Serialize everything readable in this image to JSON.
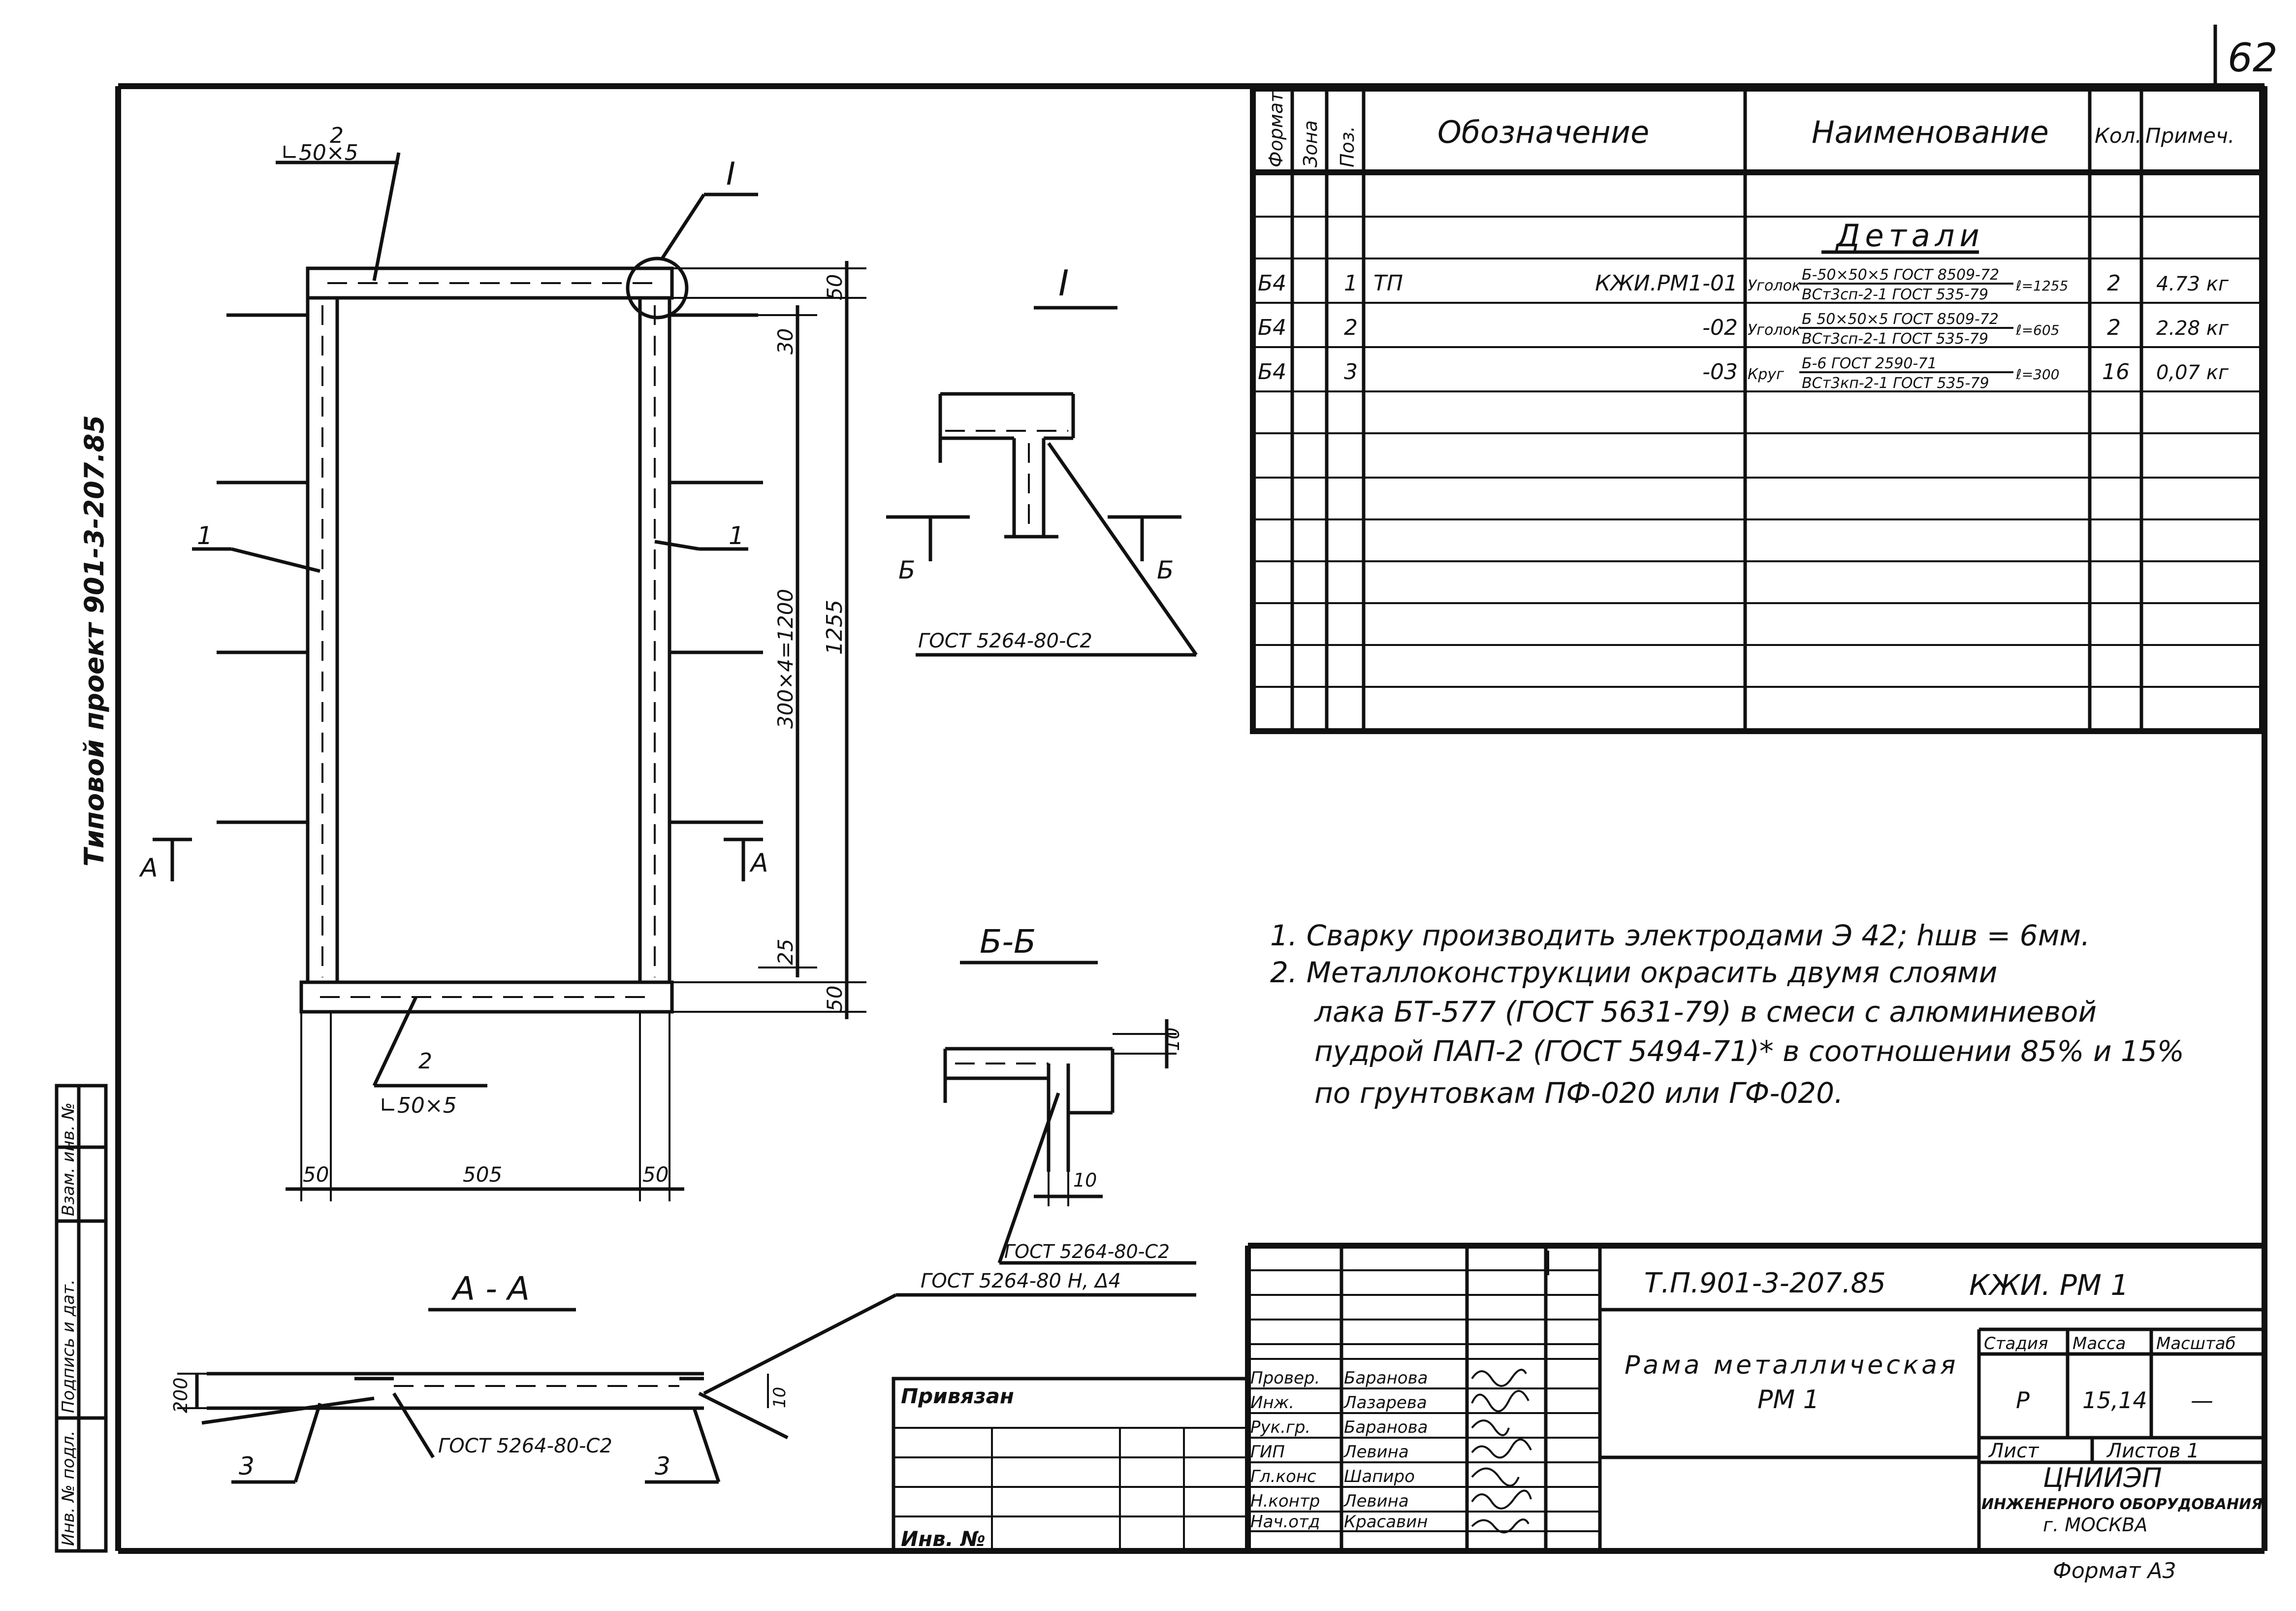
{
  "page_number": "62",
  "side_project": "Типовой проект 901-3-207.85",
  "spec_table": {
    "headers": {
      "format": "Формат",
      "zone": "Зона",
      "pos": "Поз.",
      "designation": "Обозначение",
      "name": "Наименование",
      "qty": "Кол.",
      "note": "Примеч."
    },
    "section_title": "Детали",
    "rows": [
      {
        "format": "Б4",
        "pos": "1",
        "designation_a": "ТП",
        "designation_b": "КЖИ.РМ1-01",
        "name_lead": "Уголок",
        "name_top": "Б-50×50×5 ГОСТ 8509-72",
        "name_bottom": "ВСт3сп-2-1 ГОСТ 535-79",
        "length": "ℓ=1255",
        "qty": "2",
        "note": "4.73 кг"
      },
      {
        "format": "Б4",
        "pos": "2",
        "designation_a": "",
        "designation_b": "-02",
        "name_lead": "Уголок",
        "name_top": "Б 50×50×5 ГОСТ 8509-72",
        "name_bottom": "ВСт3сп-2-1 ГОСТ 535-79",
        "length": "ℓ=605",
        "qty": "2",
        "note": "2.28 кг"
      },
      {
        "format": "Б4",
        "pos": "3",
        "designation_a": "",
        "designation_b": "-03",
        "name_lead": "Круг",
        "name_top": "Б-6 ГОСТ 2590-71",
        "name_bottom": "ВСт3кп-2-1 ГОСТ 535-79",
        "length": "ℓ=300",
        "qty": "16",
        "note": "0,07 кг"
      }
    ]
  },
  "frame_view": {
    "callout_top": {
      "num": "2",
      "profile": "∟50×5"
    },
    "callout_bottom": {
      "num": "2",
      "profile": "∟50×5"
    },
    "node_label": "I",
    "part_left": "1",
    "part_right": "1",
    "section_left": "А",
    "section_right": "А",
    "dims": {
      "top_flange": "50",
      "top_gap": "30",
      "pitch": "300×4=1200",
      "total_height": "1255",
      "bottom_gap": "25",
      "bottom_flange": "50",
      "w_left": "50",
      "w_mid": "505",
      "w_right": "50"
    }
  },
  "detail_I": {
    "title": "I",
    "cut_left": "Б",
    "cut_right": "Б",
    "weld": "ГОСТ 5264-80-С2"
  },
  "section_BB": {
    "title": "Б-Б",
    "dim_top": "10",
    "dim_bottom": "10",
    "weld": "ГОСТ 5264-80-С2"
  },
  "section_AA": {
    "title": "А - А",
    "dim_height": "200",
    "dim_side": "10",
    "weld_main": "ГОСТ 5264-80-С2",
    "weld_side": "ГОСТ 5264-80 Н, Δ4",
    "part_left": "3",
    "part_right": "3"
  },
  "notes": [
    "1. Сварку производить электродами Э 42; hшв = 6мм.",
    "2. Металлоконструкции окрасить двумя слоями",
    "лака БТ-577 (ГОСТ 5631-79) в смеси с алюминиевой",
    "пудрой ПАП-2 (ГОСТ 5494-71)* в соотношении 85% и 15%",
    "по грунтовкам ПФ-020 или ГФ-020."
  ],
  "title_block": {
    "doc_code": "Т.П.901-3-207.85",
    "doc_mark": "КЖИ. РМ 1",
    "name_line1": "Рама металлическая",
    "name_line2": "РМ 1",
    "stage_label": "Стадия",
    "mass_label": "Масса",
    "scale_label": "Масштаб",
    "stage": "Р",
    "mass": "15,14",
    "scale": "—",
    "sheet_label": "Лист",
    "sheets_label": "Листов 1",
    "org_line1": "ЦНИИЭП",
    "org_line2": "ИНЖЕНЕРНОГО ОБОРУДОВАНИЯ",
    "org_line3": "г. МОСКВА",
    "format": "Формат А3",
    "bound_label": "Привязан",
    "inv_label": "Инв. №",
    "signatures": [
      {
        "role": "Провер.",
        "name": "Баранова"
      },
      {
        "role": "Инж.",
        "name": "Лазарева"
      },
      {
        "role": "Рук.гр.",
        "name": "Баранова"
      },
      {
        "role": "ГИП",
        "name": "Левина"
      },
      {
        "role": "Гл.конс",
        "name": "Шапиро"
      },
      {
        "role": "Н.контр",
        "name": "Левина"
      },
      {
        "role": "Нач.отд",
        "name": "Красавин"
      }
    ]
  },
  "left_stamp": [
    "Инв. № подл.",
    "Подпись и дат.",
    "Взам. инв. №"
  ]
}
